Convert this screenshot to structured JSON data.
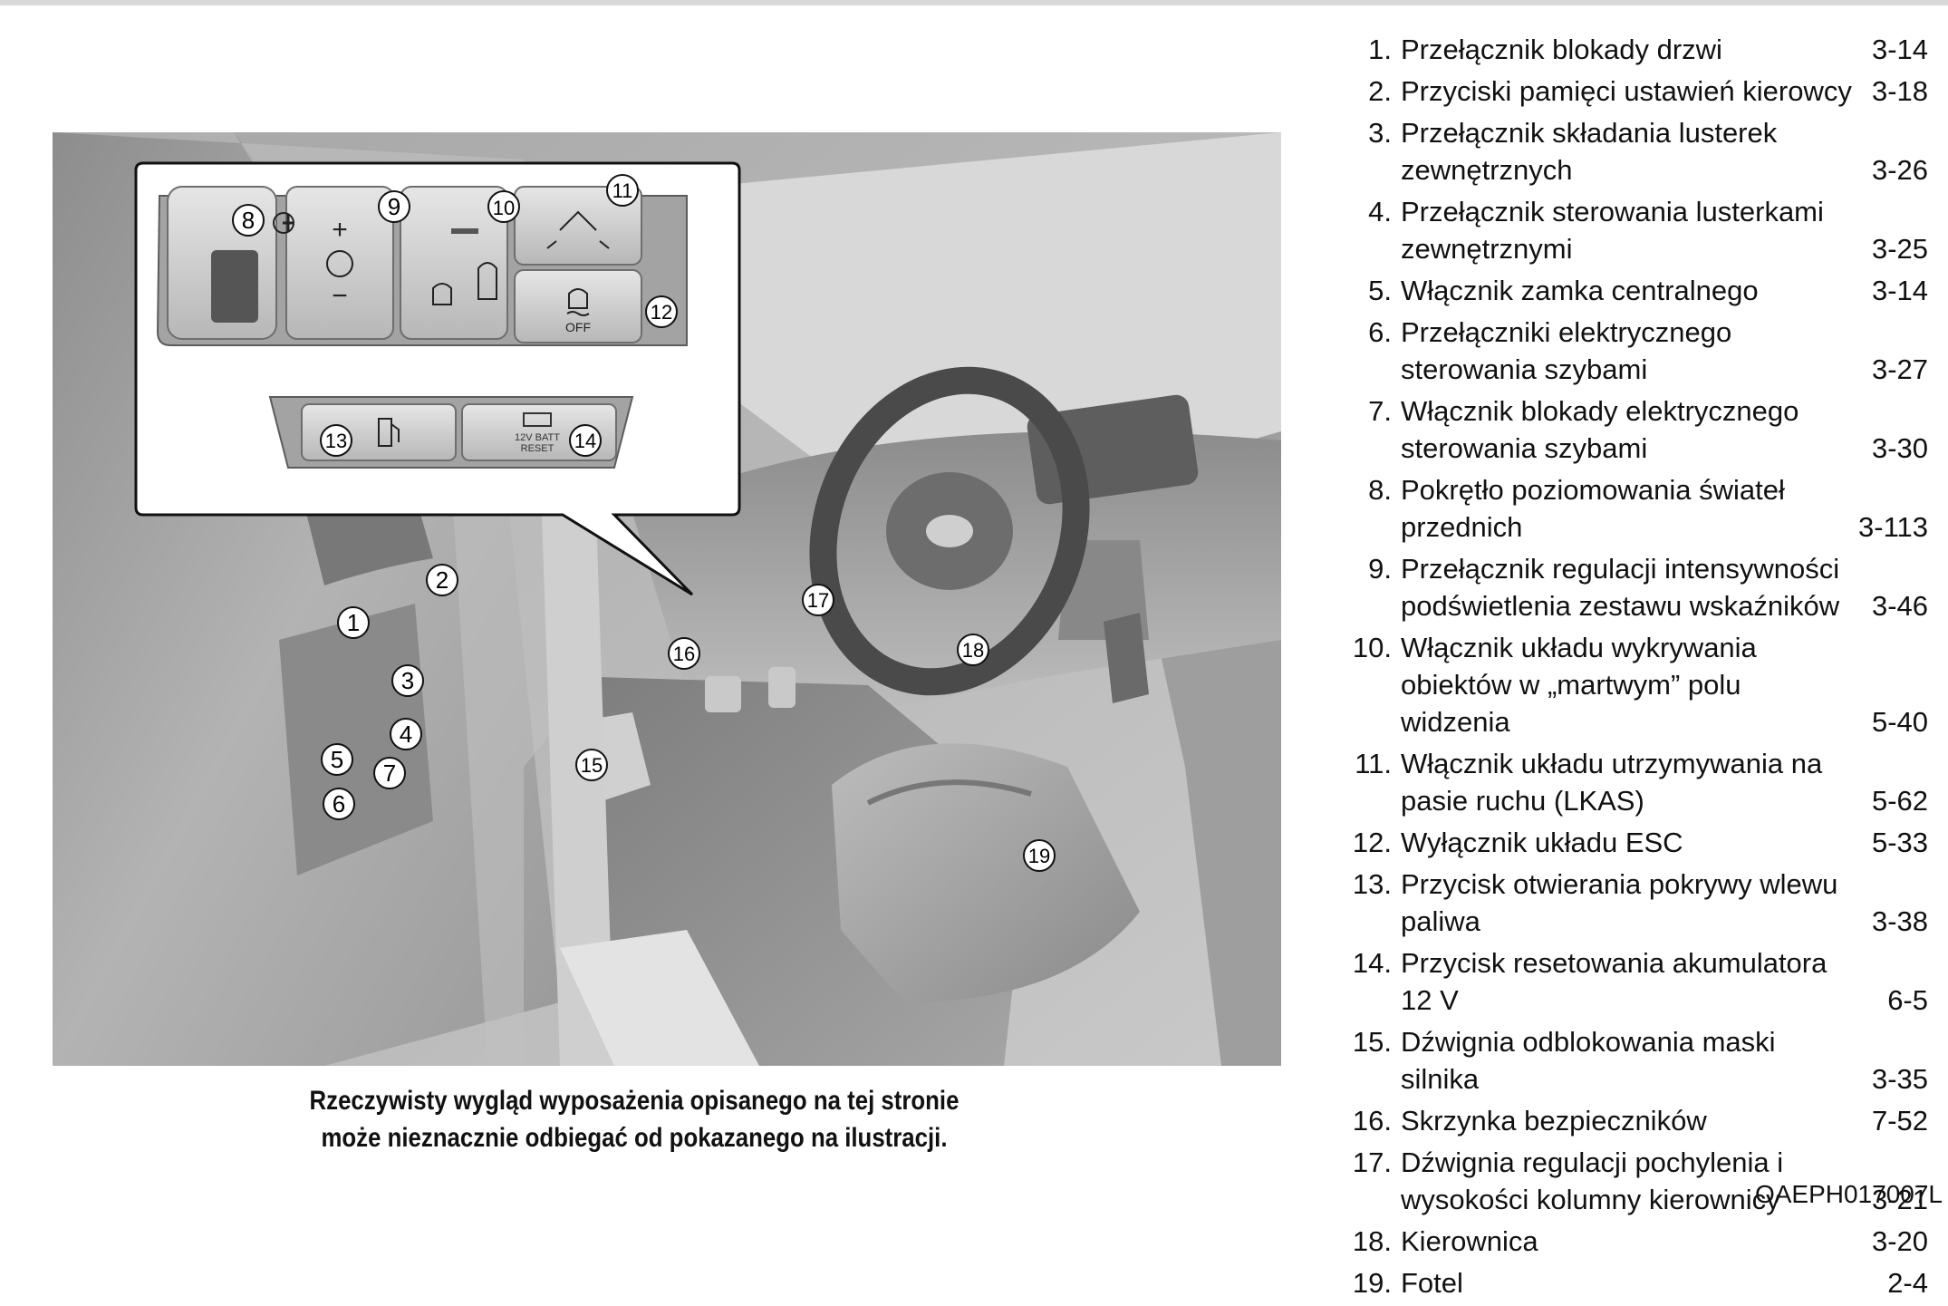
{
  "legend": {
    "items": [
      {
        "num": "1.",
        "text": "Przełącznik blokady drzwi",
        "page": "3-14"
      },
      {
        "num": "2.",
        "text": "Przyciski pamięci ustawień kierowcy",
        "page": "3-18"
      },
      {
        "num": "3.",
        "text": "Przełącznik składania lusterek zewnętrznych",
        "page": "3-26"
      },
      {
        "num": "4.",
        "text": "Przełącznik sterowania lusterkami zewnętrznymi",
        "page": "3-25"
      },
      {
        "num": "5.",
        "text": "Włącznik zamka centralnego",
        "page": "3-14"
      },
      {
        "num": "6.",
        "text": "Przełączniki elektrycznego sterowania szybami",
        "page": "3-27"
      },
      {
        "num": "7.",
        "text": "Włącznik blokady elektrycznego sterowania szybami",
        "page": "3-30"
      },
      {
        "num": "8.",
        "text": "Pokrętło poziomowania świateł przednich",
        "page": "3-113"
      },
      {
        "num": "9.",
        "text": "Przełącznik regulacji intensywności podświetlenia zestawu wskaźników",
        "page": "3-46"
      },
      {
        "num": "10.",
        "text": "Włącznik układu wykrywania obiektów w „martwym” polu widzenia",
        "page": "5-40"
      },
      {
        "num": "11.",
        "text": "Włącznik układu utrzymywania na pasie ruchu (LKAS)",
        "page": "5-62"
      },
      {
        "num": "12.",
        "text": "Wyłącznik układu ESC",
        "page": "5-33"
      },
      {
        "num": "13.",
        "text": "Przycisk otwierania pokrywy wlewu paliwa",
        "page": "3-38"
      },
      {
        "num": "14.",
        "text": "Przycisk resetowania akumulatora 12 V",
        "page": "6-5"
      },
      {
        "num": "15.",
        "text": "Dźwignia odblokowania maski silnika",
        "page": "3-35"
      },
      {
        "num": "16.",
        "text": "Skrzynka bezpieczników",
        "page": "7-52"
      },
      {
        "num": "17.",
        "text": "Dźwignia regulacji pochylenia i wysokości kolumny kierownicy",
        "page": "3-21"
      },
      {
        "num": "18.",
        "text": "Kierownica",
        "page": "3-20"
      },
      {
        "num": "19.",
        "text": "Fotel",
        "page": "2-4"
      }
    ]
  },
  "caption": {
    "line1": "Rzeczywisty wygląd wyposażenia opisanego na tej stronie",
    "line2": "może nieznacznie odbiegać od pokazanego na ilustracji."
  },
  "figure": {
    "code": "OAEPH017007L",
    "callouts": {
      "c1": "1",
      "c2": "2",
      "c3": "3",
      "c4": "4",
      "c5": "5",
      "c6": "6",
      "c7": "7",
      "c8": "8",
      "c9": "9",
      "c10": "10",
      "c11": "11",
      "c12": "12",
      "c13": "13",
      "c14": "14",
      "c15": "15",
      "c16": "16",
      "c17": "17",
      "c18": "18",
      "c19": "19"
    },
    "button_labels": {
      "plus": "+",
      "minus": "−",
      "off": "OFF",
      "batt_line1": "12V BATT",
      "batt_line2": "RESET"
    }
  }
}
